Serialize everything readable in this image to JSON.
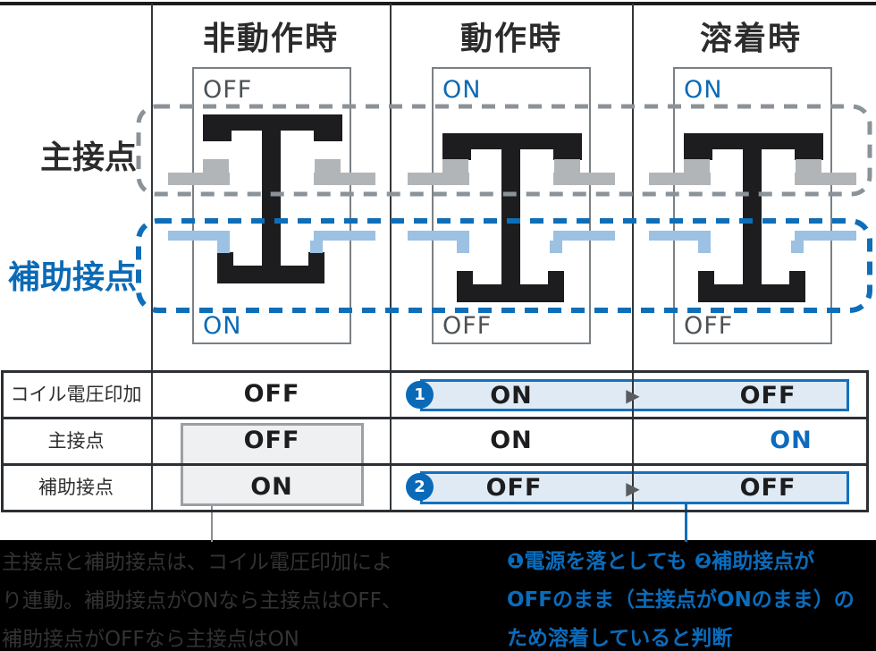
{
  "colors": {
    "accent_blue": "#0e6eb8",
    "text_blue": "#0068b7",
    "band_fill": "#dfeaf4",
    "band_border": "#1470bd",
    "light_blue_contact": "#9cc1e2",
    "gray_contact": "#b2b5b8",
    "contact_dark": "#1d1d1f",
    "dashed_gray": "#8b9298",
    "table_line": "#2c2f33",
    "graybox_fill": "#eef0f1",
    "footer_bg": "#000000",
    "footer_left_text": "#333333"
  },
  "icons": {
    "arrow_right": "▶"
  },
  "header": {
    "columns": [
      "非動作時",
      "動作時",
      "溶着時"
    ]
  },
  "side_labels": {
    "main": "主接点",
    "aux": "補助接点"
  },
  "diagrams": [
    {
      "state": "非動作時",
      "top_label": "OFF",
      "bottom_label": "ON",
      "position": "up"
    },
    {
      "state": "動作時",
      "top_label": "ON",
      "bottom_label": "OFF",
      "position": "down"
    },
    {
      "state": "溶着時",
      "top_label": "ON",
      "bottom_label": "OFF",
      "position": "down"
    }
  ],
  "table": {
    "rows": [
      {
        "label": "コイル電圧印加",
        "col1": "OFF",
        "band": {
          "badge": "1",
          "from": "ON",
          "to": "OFF"
        }
      },
      {
        "label": "主接点",
        "col1": "OFF",
        "col2": "ON",
        "col3": "ON"
      },
      {
        "label": "補助接点",
        "col1": "ON",
        "band": {
          "badge": "2",
          "from": "OFF",
          "to": "OFF"
        }
      }
    ]
  },
  "footer": {
    "left_lines": [
      "主接点と補助接点は、コイル電圧印加によ",
      "り連動。補助接点がONなら主接点はOFF、",
      "補助接点がOFFなら主接点はON"
    ],
    "right_lines": [
      "❶電源を落としても ❷補助接点が",
      "OFFのまま（主接点がONのまま）の",
      "ため溶着していると判断"
    ]
  }
}
